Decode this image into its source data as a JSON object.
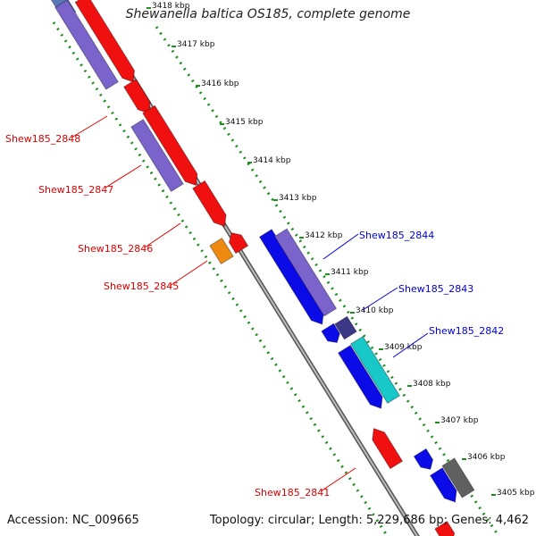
{
  "title": "Shewanella baltica OS185, complete genome",
  "accession": "Accession: NC_009665",
  "topology": "Topology: circular; Length: 5,229,686 bp; Genes: 4,462",
  "colors": {
    "red": "#f01010",
    "lavender": "#7a64cc",
    "blue": "#0b0be8",
    "navy": "#3c3888",
    "cyan": "#18c8c8",
    "orange": "#ee8a10",
    "gray": "#606060",
    "ruler": "#1e8e1e",
    "label_red": "#e00000",
    "label_blue": "#0000dd",
    "backbone": "#8a8a8a"
  },
  "ticks": [
    {
      "label": "3418 kbp",
      "position_kbp": 3418
    },
    {
      "label": "3417 kbp",
      "position_kbp": 3417
    },
    {
      "label": "3416 kbp",
      "position_kbp": 3416
    },
    {
      "label": "3415 kbp",
      "position_kbp": 3415
    },
    {
      "label": "3414 kbp",
      "position_kbp": 3414
    },
    {
      "label": "3413 kbp",
      "position_kbp": 3413
    },
    {
      "label": "3412 kbp",
      "position_kbp": 3412
    },
    {
      "label": "3411 kbp",
      "position_kbp": 3411
    },
    {
      "label": "3410 kbp",
      "position_kbp": 3410
    },
    {
      "label": "3409 kbp",
      "position_kbp": 3409
    },
    {
      "label": "3408 kbp",
      "position_kbp": 3408
    },
    {
      "label": "3407 kbp",
      "position_kbp": 3407
    },
    {
      "label": "3406 kbp",
      "position_kbp": 3406
    },
    {
      "label": "3405 kbp",
      "position_kbp": 3405
    }
  ],
  "gene_labels": [
    {
      "text": "Shew185_2848",
      "strand": "reverse",
      "color": "#e00000"
    },
    {
      "text": "Shew185_2847",
      "strand": "reverse",
      "color": "#e00000"
    },
    {
      "text": "Shew185_2846",
      "strand": "reverse",
      "color": "#e00000"
    },
    {
      "text": "Shew185_2845",
      "strand": "reverse",
      "color": "#e00000"
    },
    {
      "text": "Shew185_2844",
      "strand": "forward",
      "color": "#0000dd"
    },
    {
      "text": "Shew185_2843",
      "strand": "forward",
      "color": "#0000dd"
    },
    {
      "text": "Shew185_2842",
      "strand": "forward",
      "color": "#0000dd"
    },
    {
      "text": "Shew185_2841",
      "strand": "reverse",
      "color": "#e00000"
    }
  ]
}
